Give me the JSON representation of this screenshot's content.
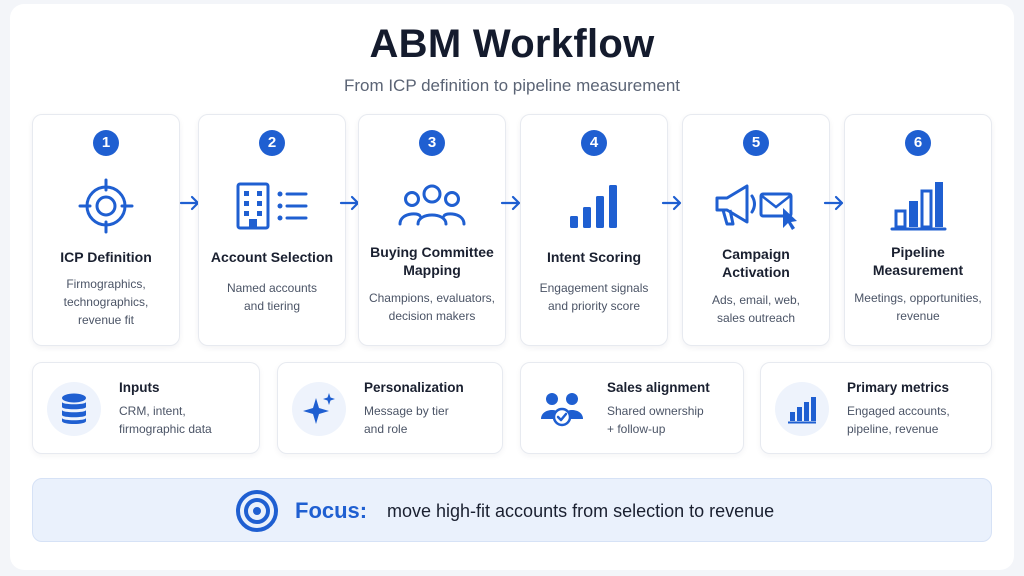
{
  "header": {
    "title": "ABM Workflow",
    "subtitle": "From ICP definition to pipeline measurement"
  },
  "steps": [
    {
      "number": "1",
      "title": "ICP Definition",
      "description": "Firmographics,\ntechnographics,\nrevenue fit",
      "icon": "target-icon"
    },
    {
      "number": "2",
      "title": "Account Selection",
      "description": "Named accounts\nand tiering",
      "icon": "building-list-icon"
    },
    {
      "number": "3",
      "title": "Buying Committee\nMapping",
      "description": "Champions, evaluators,\ndecision makers",
      "icon": "group-icon"
    },
    {
      "number": "4",
      "title": "Intent Scoring",
      "description": "Engagement signals\nand priority score",
      "icon": "signal-bars-icon"
    },
    {
      "number": "5",
      "title": "Campaign\nActivation",
      "description": "Ads, email, web,\nsales outreach",
      "icon": "megaphone-email-icon"
    },
    {
      "number": "6",
      "title": "Pipeline\nMeasurement",
      "description": "Meetings, opportunities,\nrevenue",
      "icon": "bar-chart-icon"
    }
  ],
  "info_cards": [
    {
      "title": "Inputs",
      "description": "CRM, intent,\nfirmographic data",
      "icon": "database-icon"
    },
    {
      "title": "Personalization",
      "description": "Message by tier\nand role",
      "icon": "sparkle-icon"
    },
    {
      "title": "Sales alignment",
      "description": "Shared ownership\n+ follow-up",
      "icon": "team-check-icon"
    },
    {
      "title": "Primary metrics",
      "description": "Engaged accounts,\npipeline, revenue",
      "icon": "metrics-bars-icon"
    }
  ],
  "focus": {
    "label": "Focus:",
    "text": "move high-fit accounts from selection to revenue",
    "icon": "target-circle-icon"
  },
  "colors": {
    "accent": "#1f5fd1",
    "background": "#ffffff",
    "focus_background": "#eaf1fc",
    "text": "#1a2030",
    "muted_text": "#4b5466"
  }
}
